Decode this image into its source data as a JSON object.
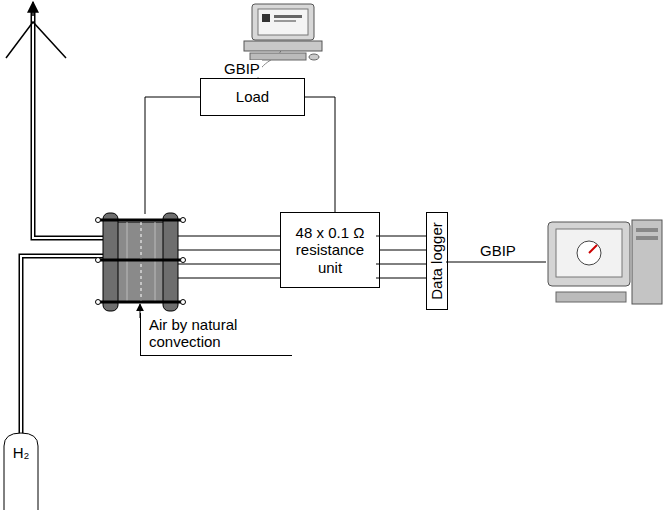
{
  "diagram": {
    "nodes": [
      {
        "text": [
          "Load"
        ]
      },
      {
        "text": [
          "48 x 0.1 Ω resistance unit"
        ]
      },
      {
        "text": [
          "Data logger"
        ]
      },
      {
        "text": [
          "Air by natural convection"
        ]
      },
      {
        "text": [
          "H₂"
        ]
      }
    ],
    "edges": [
      {
        "from": 0,
        "to": 1,
        "arrow": "none"
      },
      {
        "from": 1,
        "to": 2,
        "arrow": "none"
      }
    ],
    "labels": [
      "GBIP",
      "GBIP"
    ]
  }
}
